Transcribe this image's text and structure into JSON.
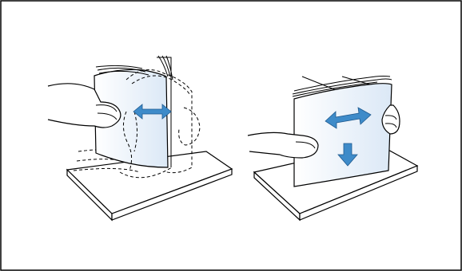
{
  "figure": {
    "panels": [
      {
        "id": "fan-paper-stack",
        "description_icon": "hands-flexing-paper-stack"
      },
      {
        "id": "straighten-paper-stack",
        "description_icon": "hands-straightening-paper-stack"
      }
    ]
  },
  "colors": {
    "frame": "#000000",
    "paper_fill": "#e7f0fa",
    "arrow_blue": "#3e8bc9",
    "line": "#000000",
    "background": "#ffffff"
  },
  "icons": {
    "left_arrow": "double-headed-arrow-icon",
    "right_arrow_horizontal": "double-headed-arrow-icon",
    "right_arrow_down": "down-arrow-icon"
  }
}
